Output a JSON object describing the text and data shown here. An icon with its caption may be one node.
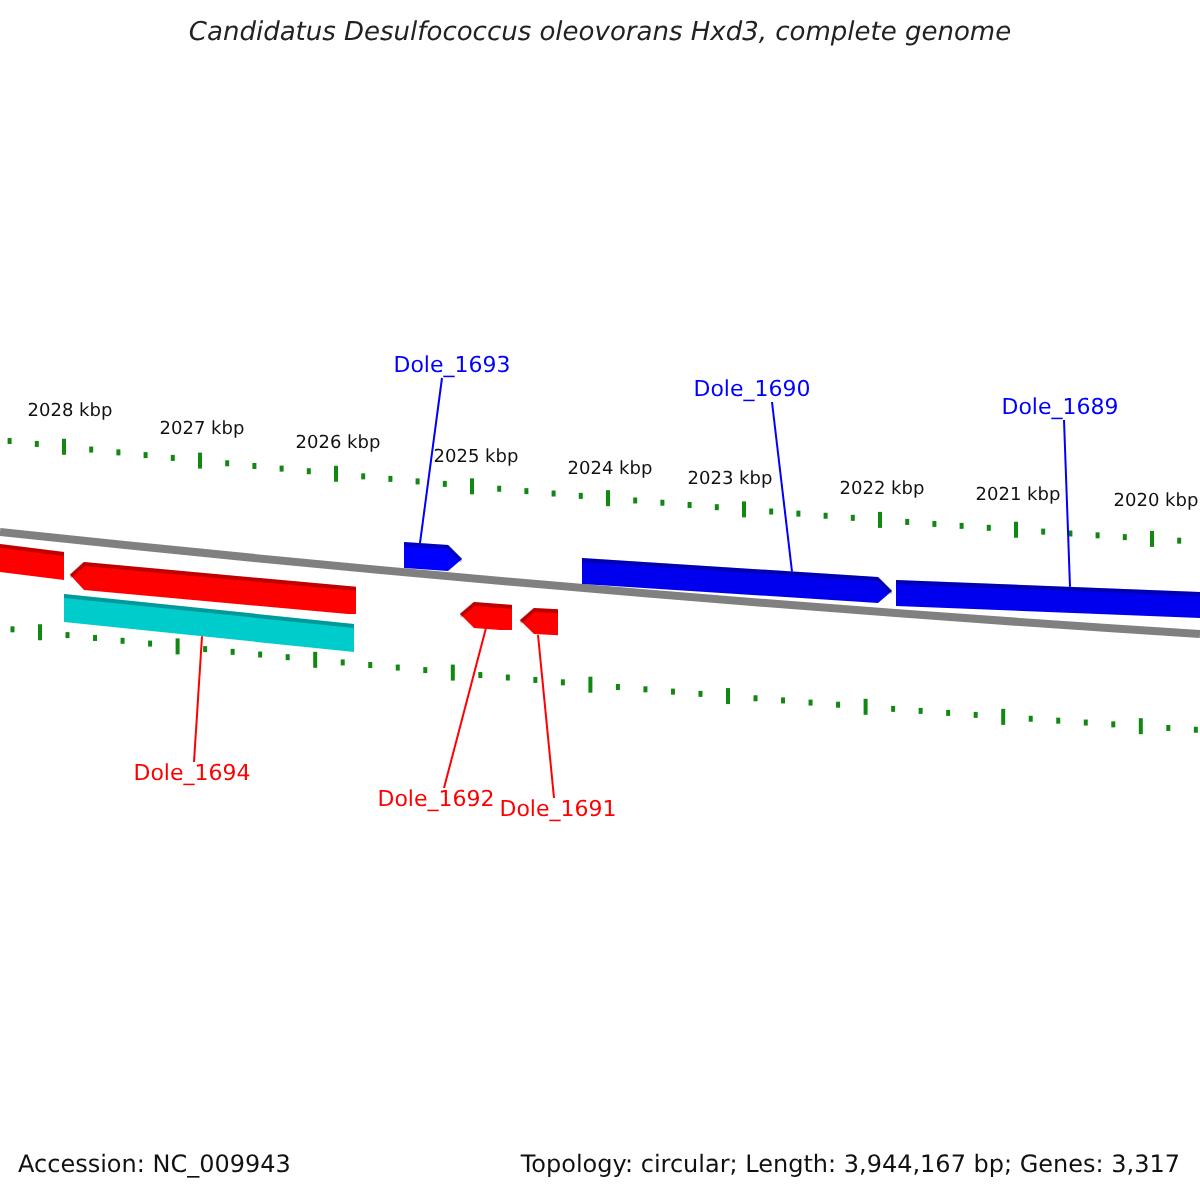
{
  "diagram": {
    "title": "Candidatus Desulfococcus oleovorans Hxd3, complete genome",
    "nodes": [
      {
        "text": [
          "Dole_1693"
        ]
      },
      {
        "text": [
          "Dole_1690"
        ]
      },
      {
        "text": [
          "Dole_1689"
        ]
      },
      {
        "text": [
          "Dole_1694"
        ]
      },
      {
        "text": [
          "Dole_1692"
        ]
      },
      {
        "text": [
          "Dole_1691"
        ]
      },
      {
        "text": [],
        "shape": "bar"
      },
      {
        "text": [],
        "shape": "pentagon"
      },
      {
        "text": [],
        "shape": "bar"
      },
      {
        "text": [],
        "shape": "pentagon"
      },
      {
        "text": [],
        "shape": "pentagon"
      },
      {
        "text": [],
        "shape": "pentagon"
      },
      {
        "text": [],
        "shape": "pentagon"
      },
      {
        "text": [],
        "shape": "bar"
      }
    ],
    "edges": [
      {
        "from": 0,
        "to": 9,
        "arrow": "none",
        "color": "#0000ff"
      },
      {
        "from": 1,
        "to": 12,
        "arrow": "none",
        "color": "#0000ff"
      },
      {
        "from": 2,
        "to": 13,
        "arrow": "none",
        "color": "#0000ff"
      },
      {
        "from": 3,
        "to": 8,
        "arrow": "none",
        "color": "#ff0000"
      },
      {
        "from": 4,
        "to": 10,
        "arrow": "none",
        "color": "#ff0000"
      },
      {
        "from": 5,
        "to": 11,
        "arrow": "none",
        "color": "#ff0000"
      }
    ],
    "labels": [
      "2028 kbp",
      "2027 kbp",
      "2026 kbp",
      "2025 kbp",
      "2024 kbp",
      "2023 kbp",
      "2022 kbp",
      "2021 kbp",
      "2020 kbp",
      "Accession: NC_009943",
      "Topology: circular; Length: 3,944,167 bp; Genes: 3,317"
    ]
  }
}
